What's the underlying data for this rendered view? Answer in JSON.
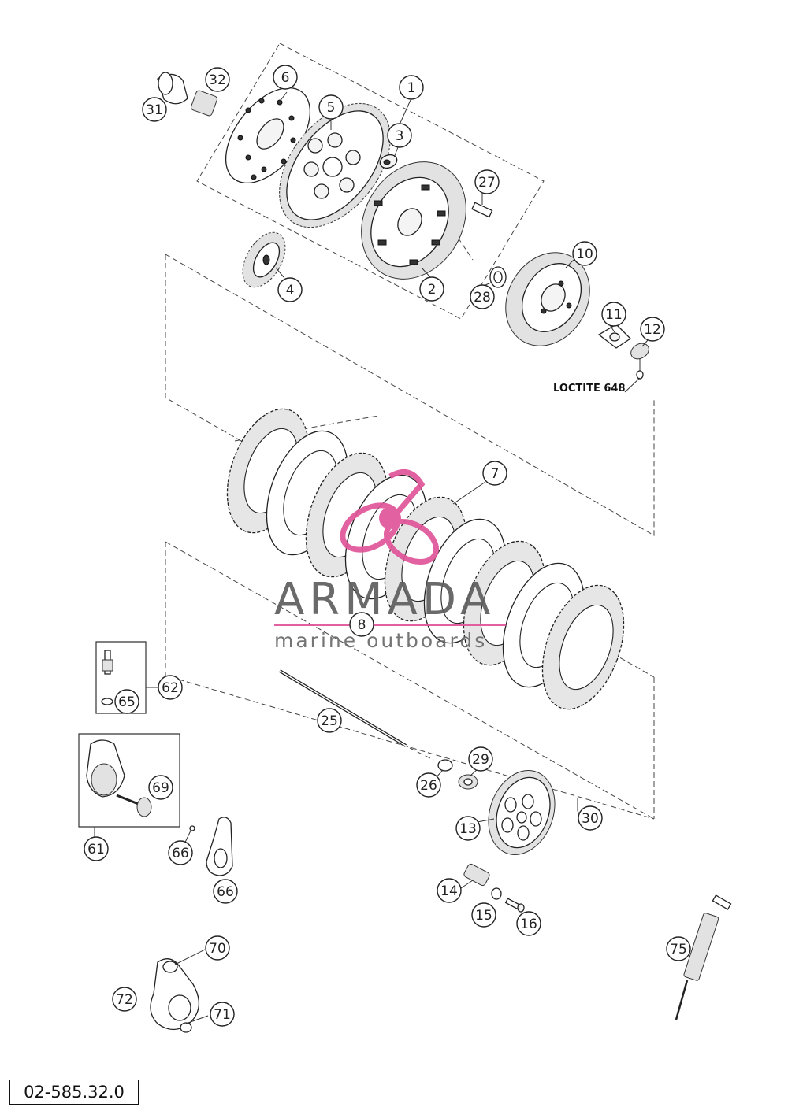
{
  "diagram": {
    "drawing_code": "02-585.32.0",
    "note": "LOCTITE 648",
    "callouts": [
      "1",
      "2",
      "3",
      "4",
      "5",
      "6",
      "7",
      "8",
      "10",
      "11",
      "12",
      "13",
      "14",
      "15",
      "16",
      "25",
      "26",
      "27",
      "28",
      "29",
      "30",
      "31",
      "32",
      "61",
      "62",
      "65",
      "66",
      "66",
      "69",
      "70",
      "71",
      "72",
      "75"
    ]
  },
  "watermark": {
    "brand": "ARMADA",
    "tagline": "marine outboards",
    "accent_color": "#e0559a"
  }
}
